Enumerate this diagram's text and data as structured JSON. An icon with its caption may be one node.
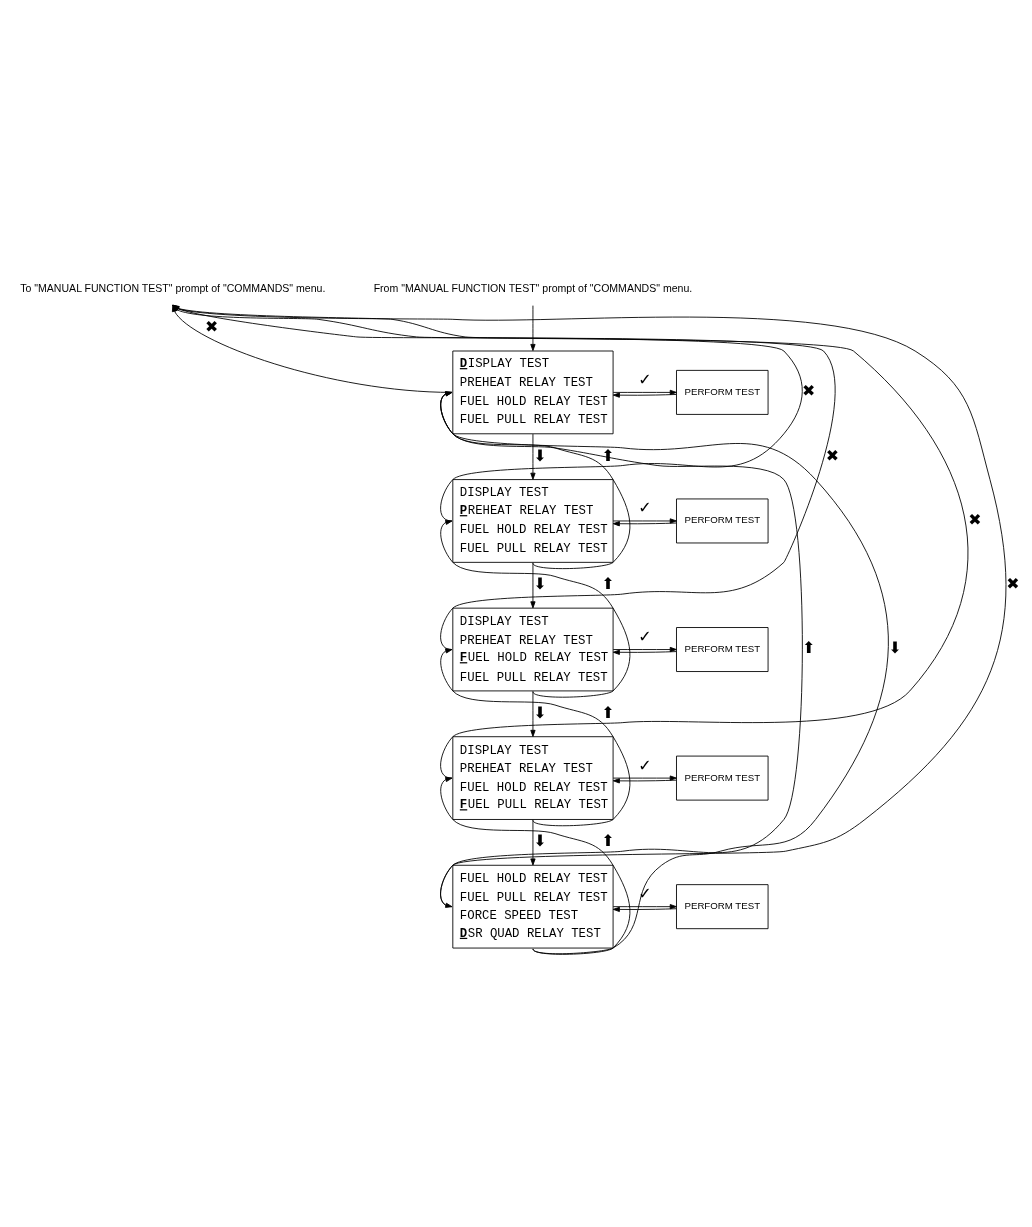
{
  "diagram": {
    "nodes": [
      {
        "text": [
          "To \"MANUAL FUNCTION TEST\" prompt of \"COMMANDS\" menu."
        ]
      },
      {
        "text": [
          "From \"MANUAL FUNCTION TEST\" prompt of \"COMMANDS\" menu."
        ]
      },
      {
        "text": [
          "**D**ISPLAY TEST",
          "PREHEAT RELAY TEST",
          "FUEL HOLD RELAY TEST",
          "FUEL PULL RELAY TEST"
        ]
      },
      {
        "text": [
          "PERFORM TEST"
        ]
      },
      {
        "text": [
          "DISPLAY TEST",
          "**P**REHEAT RELAY TEST",
          "FUEL HOLD RELAY TEST",
          "FUEL PULL RELAY TEST"
        ]
      },
      {
        "text": [
          "PERFORM TEST"
        ]
      },
      {
        "text": [
          "DISPLAY TEST",
          "PREHEAT RELAY TEST",
          "**F**UEL HOLD RELAY TEST",
          "FUEL PULL RELAY TEST"
        ]
      },
      {
        "text": [
          "PERFORM TEST"
        ]
      },
      {
        "text": [
          "DISPLAY TEST",
          "PREHEAT RELAY TEST",
          "FUEL HOLD RELAY TEST",
          "**F**UEL PULL RELAY TEST"
        ]
      },
      {
        "text": [
          "PERFORM TEST"
        ]
      },
      {
        "text": [
          "FUEL HOLD RELAY TEST",
          "FUEL PULL RELAY TEST",
          "FORCE SPEED TEST",
          "**D**SR QUAD RELAY TEST"
        ]
      },
      {
        "text": [
          "PERFORM TEST"
        ]
      }
    ],
    "edges": [
      {
        "from": 1,
        "to": 2,
        "arrow": "to"
      },
      {
        "from": 2,
        "to": 0,
        "arrow": "to",
        "label": "✖"
      },
      {
        "from": 2,
        "to": 3,
        "arrow": "to",
        "label": "✓"
      },
      {
        "from": 3,
        "to": 2,
        "arrow": "to"
      },
      {
        "from": 2,
        "to": 10,
        "arrow": "to",
        "label": "⬆"
      },
      {
        "from": 2,
        "to": 4,
        "arrow": "to",
        "label": "⬇"
      },
      {
        "from": 4,
        "to": 2,
        "arrow": "to",
        "label": "⬆"
      },
      {
        "from": 4,
        "to": 0,
        "arrow": "to",
        "label": "✖"
      },
      {
        "from": 4,
        "to": 5,
        "arrow": "to",
        "label": "✓"
      },
      {
        "from": 5,
        "to": 4,
        "arrow": "to"
      },
      {
        "from": 4,
        "to": 6,
        "arrow": "to",
        "label": "⬇"
      },
      {
        "from": 6,
        "to": 4,
        "arrow": "to",
        "label": "⬆"
      },
      {
        "from": 6,
        "to": 0,
        "arrow": "to",
        "label": "✖"
      },
      {
        "from": 6,
        "to": 7,
        "arrow": "to",
        "label": "✓"
      },
      {
        "from": 7,
        "to": 6,
        "arrow": "to"
      },
      {
        "from": 6,
        "to": 8,
        "arrow": "to",
        "label": "⬇"
      },
      {
        "from": 8,
        "to": 6,
        "arrow": "to",
        "label": "⬆"
      },
      {
        "from": 8,
        "to": 0,
        "arrow": "to",
        "label": "✖"
      },
      {
        "from": 8,
        "to": 9,
        "arrow": "to",
        "label": "✓"
      },
      {
        "from": 9,
        "to": 8,
        "arrow": "to"
      },
      {
        "from": 8,
        "to": 10,
        "arrow": "to",
        "label": "⬇"
      },
      {
        "from": 10,
        "to": 8,
        "arrow": "to",
        "label": "⬆"
      },
      {
        "from": 10,
        "to": 0,
        "arrow": "to",
        "label": "✖"
      },
      {
        "from": 10,
        "to": 11,
        "arrow": "to",
        "label": "✓"
      },
      {
        "from": 11,
        "to": 10,
        "arrow": "to"
      },
      {
        "from": 10,
        "to": 2,
        "arrow": "to",
        "label": "⬇"
      }
    ]
  }
}
